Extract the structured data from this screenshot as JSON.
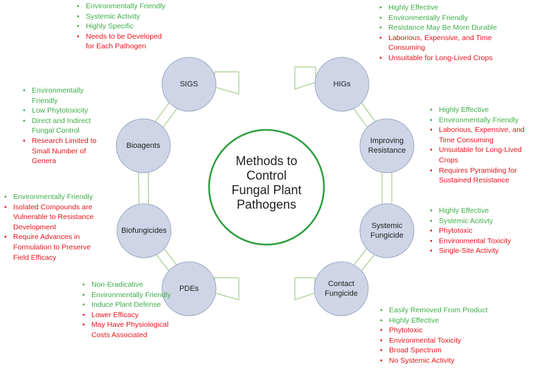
{
  "center": {
    "lines": [
      "Methods to",
      "Control",
      "Fungal Plant",
      "Pathogens"
    ]
  },
  "colors": {
    "advantage": "#3dae48",
    "disadvantage": "#e8141c",
    "node_fill": "#cfd5e7",
    "center_ring": "#2e9e3e"
  },
  "methods": [
    {
      "id": "sigs",
      "label": [
        "SIGS"
      ],
      "points": [
        {
          "text": "Environmentally Friendly",
          "kind": "pro"
        },
        {
          "text": "Systemic Activity",
          "kind": "pro"
        },
        {
          "text": "Highly Specific",
          "kind": "pro"
        },
        {
          "text": "Needs to be Developed for Each Pathogen",
          "kind": "con"
        }
      ]
    },
    {
      "id": "bioagents",
      "label": [
        "Bioagents"
      ],
      "points": [
        {
          "text": "Environmentally Friendly",
          "kind": "pro"
        },
        {
          "text": "Low Phytotoxicity",
          "kind": "pro"
        },
        {
          "text": "Direct and Indirect Fungal Control",
          "kind": "pro"
        },
        {
          "text": "Research Limited to Small Number of Genera",
          "kind": "con"
        }
      ]
    },
    {
      "id": "biofungicides",
      "label": [
        "Biofungicides"
      ],
      "points": [
        {
          "text": "Environmentally Friendly",
          "kind": "pro"
        },
        {
          "text": "Isolated Compounds are Vulnerable to Resistance Development",
          "kind": "con"
        },
        {
          "text": "Require Advances in Formulation to Preserve Field Efficacy",
          "kind": "con"
        }
      ]
    },
    {
      "id": "pdes",
      "label": [
        "PDEs"
      ],
      "points": [
        {
          "text": "Non-Eradicative",
          "kind": "pro"
        },
        {
          "text": "Environmentally Friendly",
          "kind": "pro"
        },
        {
          "text": "Induce Plant Defense",
          "kind": "pro"
        },
        {
          "text": "Lower Efficacy",
          "kind": "con"
        },
        {
          "text": "May Have Physiological Costs Associated",
          "kind": "con"
        }
      ]
    },
    {
      "id": "higs",
      "label": [
        "HIGs"
      ],
      "points": [
        {
          "text": "Highly Effective",
          "kind": "pro"
        },
        {
          "text": "Environmentally Friendly",
          "kind": "pro"
        },
        {
          "text": "Resistance May Be More Durable",
          "kind": "pro"
        },
        {
          "text": "Laborious, Expensive, and Time Consuming",
          "kind": "con"
        },
        {
          "text": "Unsuitable for Long-Lived Crops",
          "kind": "con"
        }
      ]
    },
    {
      "id": "improving-resistance",
      "label": [
        "Improving",
        "Resistance"
      ],
      "points": [
        {
          "text": "Highly Effective",
          "kind": "pro"
        },
        {
          "text": "Environmentally Friendly",
          "kind": "pro"
        },
        {
          "text": "Laborious, Expensive, and Time Consuming",
          "kind": "con"
        },
        {
          "text": "Unsuitable for Long-Lived Crops",
          "kind": "con"
        },
        {
          "text": "Requires Pyramiding for Sustained Resistance",
          "kind": "con"
        }
      ]
    },
    {
      "id": "systemic-fungicide",
      "label": [
        "Systemic",
        "Fungicide"
      ],
      "points": [
        {
          "text": "Highly Effective",
          "kind": "pro"
        },
        {
          "text": "Systemic Acitivty",
          "kind": "pro"
        },
        {
          "text": "Phytotoxic",
          "kind": "con"
        },
        {
          "text": "Environmental Toxicity",
          "kind": "con"
        },
        {
          "text": "Single-Site Activity",
          "kind": "con"
        }
      ]
    },
    {
      "id": "contact-fungicide",
      "label": [
        "Contact",
        "Fungicide"
      ],
      "points": [
        {
          "text": "Easily Removed From Product",
          "kind": "pro"
        },
        {
          "text": "Highly Effective",
          "kind": "pro"
        },
        {
          "text": "Phytotoxic",
          "kind": "con"
        },
        {
          "text": "Environmental Toxicity",
          "kind": "con"
        },
        {
          "text": "Broad Spectrum",
          "kind": "con"
        },
        {
          "text": "No Systemic Activity",
          "kind": "con"
        }
      ]
    }
  ]
}
